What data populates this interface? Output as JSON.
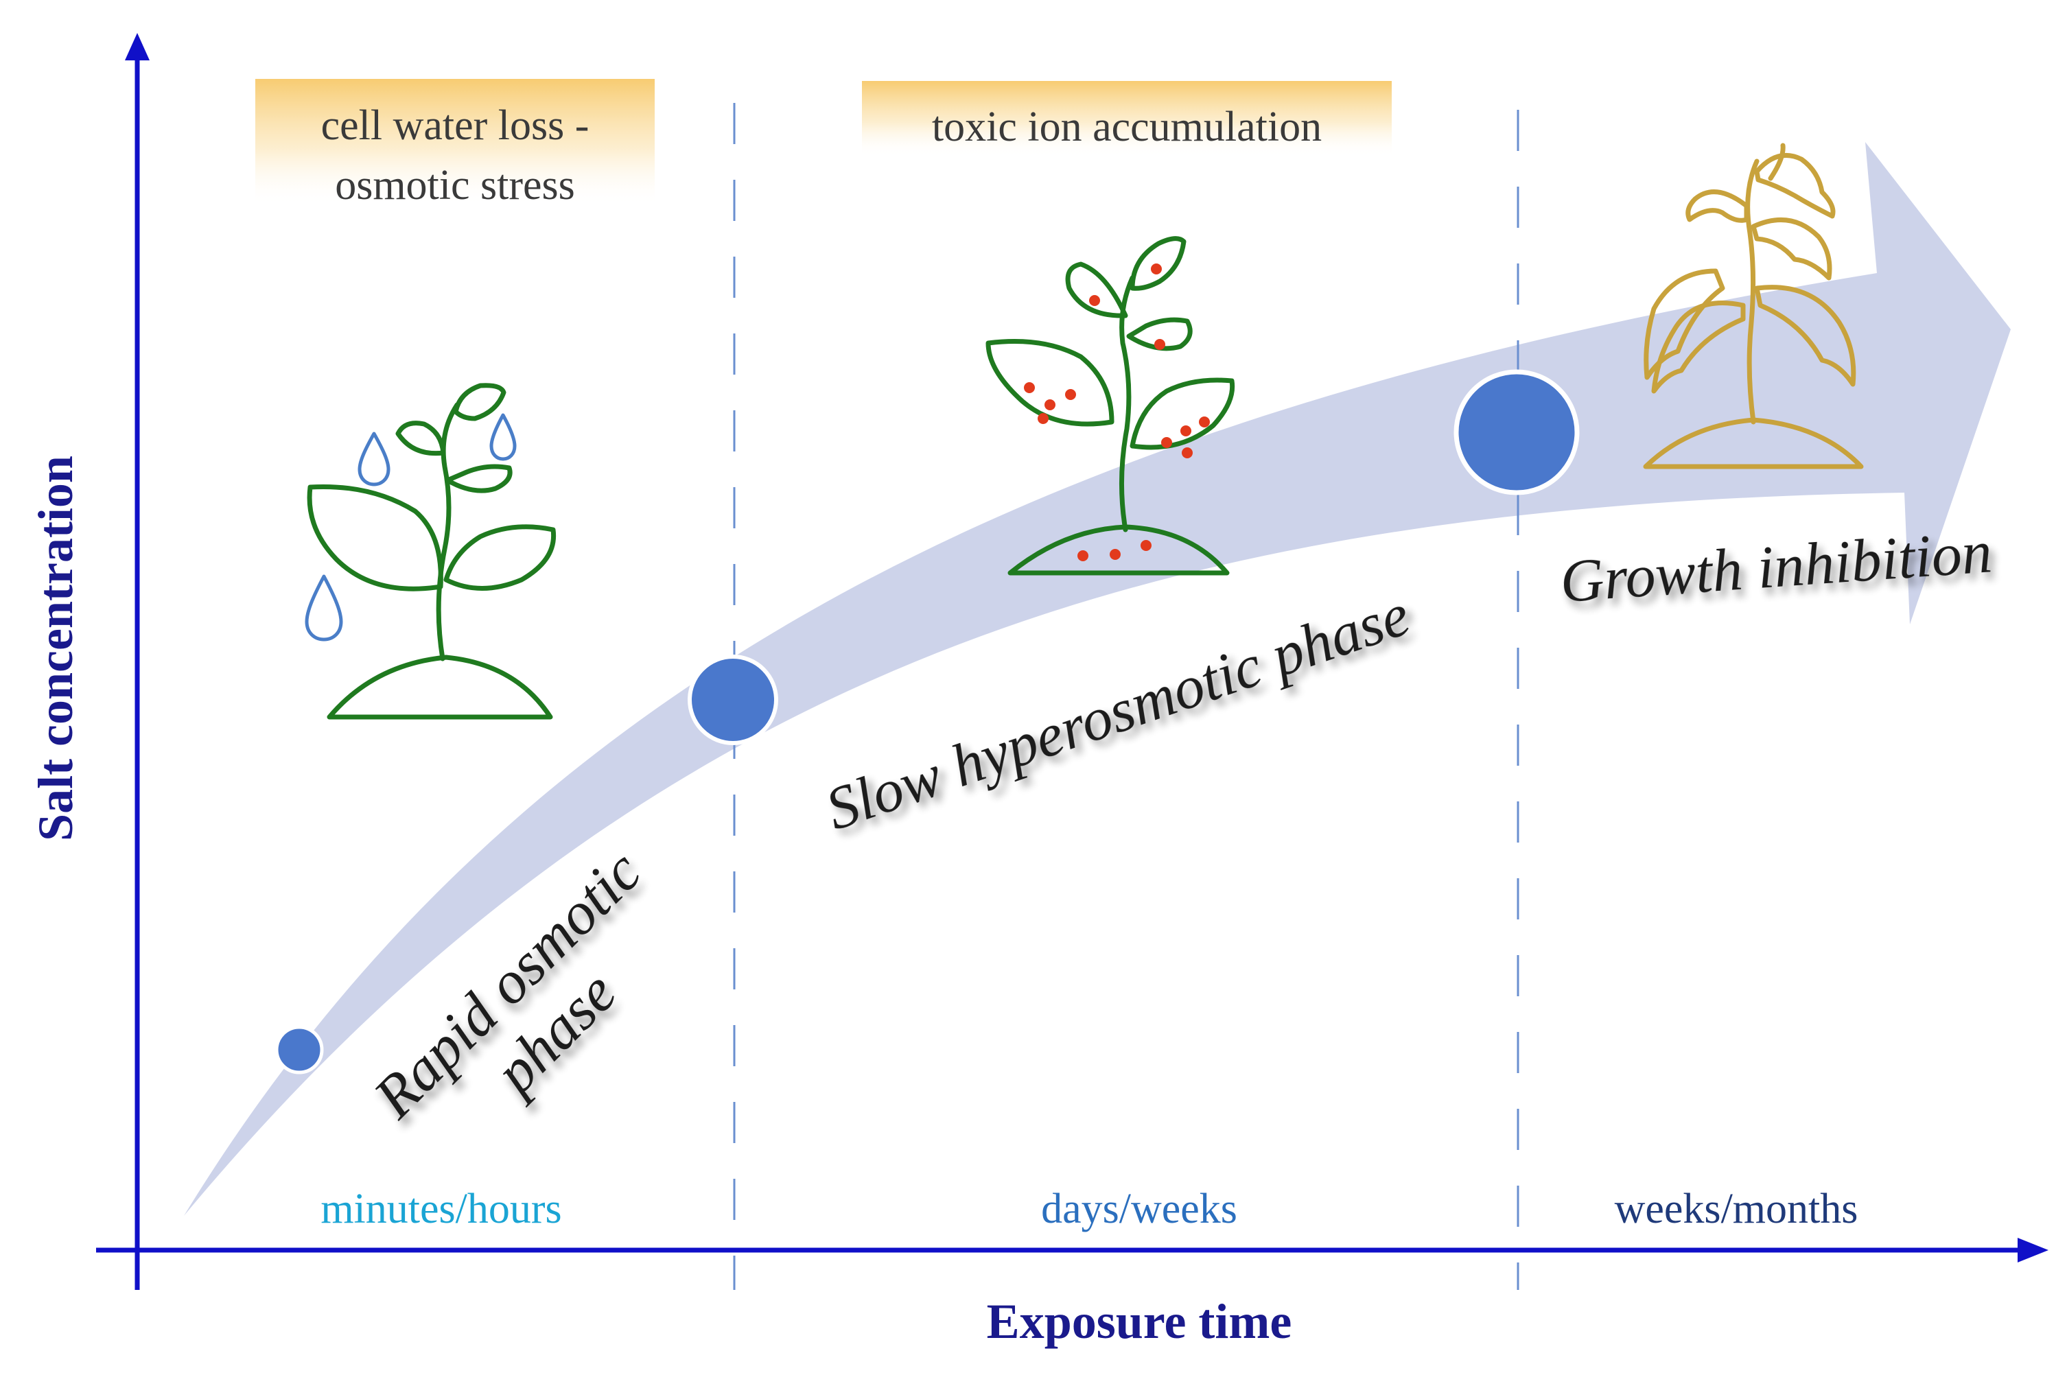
{
  "axes": {
    "y_label": "Salt concentration",
    "x_label": "Exposure time"
  },
  "callouts": {
    "osmotic_line1": "cell water loss -",
    "osmotic_line2": "osmotic stress",
    "toxic": "toxic ion accumulation"
  },
  "phases": {
    "rapid_line1": "Rapid osmotic",
    "rapid_line2": "phase",
    "slow": "Slow hyperosmotic phase",
    "growth": "Growth inhibition"
  },
  "time_labels": {
    "t1": "minutes/hours",
    "t2": "days/weeks",
    "t3": "weeks/months"
  },
  "colors": {
    "axis": "#1010c8",
    "axis_label": "#1a1a8c",
    "arrow_band": "#cdd3ea",
    "milestone": "#4a78cc",
    "callout_gradient": "#f7c96a",
    "healthy_plant": "#1f7a1f",
    "wilted_plant": "#c8a23c",
    "ion_dots": "#e23a1c",
    "water_drops": "#4a7ec8",
    "divider": "#6a8fd0",
    "t1": "#1aa4d4",
    "t2": "#2b6fbe",
    "t3": "#1f3a7a"
  },
  "icons": [
    "plant-with-water-drops-icon",
    "plant-with-toxic-ions-icon",
    "wilted-plant-icon"
  ]
}
